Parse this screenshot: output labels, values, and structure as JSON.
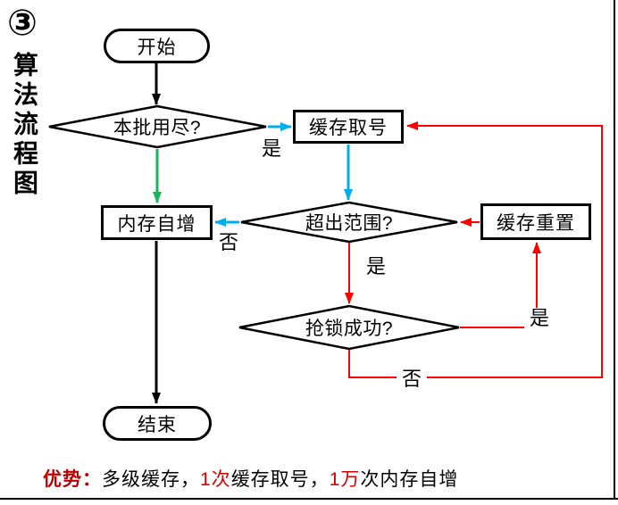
{
  "figure_number": "③",
  "side_title": "算法流程图",
  "nodes": {
    "start": {
      "label": "开始",
      "type": "terminator"
    },
    "batch_check": {
      "label": "本批用尽?",
      "type": "decision"
    },
    "cache_fetch": {
      "label": "缓存取号",
      "type": "process"
    },
    "mem_increment": {
      "label": "内存自增",
      "type": "process"
    },
    "range_check": {
      "label": "超出范围?",
      "type": "decision"
    },
    "cache_reset": {
      "label": "缓存重置",
      "type": "process"
    },
    "lock_check": {
      "label": "抢锁成功?",
      "type": "decision"
    },
    "end": {
      "label": "结束",
      "type": "terminator"
    }
  },
  "edges": [
    {
      "from": "start",
      "to": "batch_check",
      "color": "black",
      "label": ""
    },
    {
      "from": "batch_check",
      "to": "cache_fetch",
      "color": "blue",
      "label": "是"
    },
    {
      "from": "batch_check",
      "to": "mem_increment",
      "color": "green",
      "label": ""
    },
    {
      "from": "cache_fetch",
      "to": "range_check",
      "color": "blue",
      "label": ""
    },
    {
      "from": "range_check",
      "to": "mem_increment",
      "color": "blue",
      "label": "否"
    },
    {
      "from": "cache_reset",
      "to": "range_check",
      "color": "red",
      "label": ""
    },
    {
      "from": "range_check",
      "to": "lock_check",
      "color": "red",
      "label": "是"
    },
    {
      "from": "lock_check",
      "to": "cache_reset",
      "color": "red",
      "label": "是"
    },
    {
      "from": "lock_check",
      "to": "cache_fetch",
      "color": "red",
      "label": "否"
    },
    {
      "from": "mem_increment",
      "to": "end",
      "color": "black",
      "label": ""
    }
  ],
  "edge_labels": {
    "yes_batch": "是",
    "no_range": "否",
    "yes_range": "是",
    "yes_lock": "是",
    "no_lock": "否"
  },
  "caption": {
    "prefix": "优势：",
    "seg_black_1": "多级缓存，",
    "seg_red_1": "1次",
    "seg_black_2": "缓存取号，",
    "seg_red_2": "1万",
    "seg_black_3": "次内存自增"
  },
  "colors": {
    "line_black": "#000000",
    "line_blue": "#00aeef",
    "line_green": "#17b65a",
    "line_red": "#ff0000",
    "caption_heading_red": "#c00000",
    "caption_highlight_red": "#d40000"
  }
}
